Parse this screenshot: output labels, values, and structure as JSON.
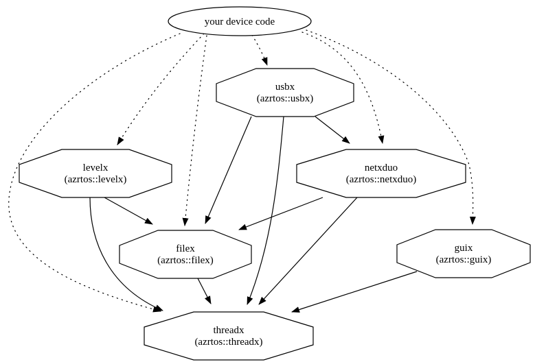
{
  "diagram": {
    "type": "dependency-graph",
    "background": "#ffffff",
    "stroke_color": "#000000",
    "root": {
      "id": "device-code",
      "label": "your device code",
      "shape": "ellipse"
    },
    "nodes": [
      {
        "id": "usbx",
        "name": "usbx",
        "subtitle": "(azrtos::usbx)",
        "shape": "octagon"
      },
      {
        "id": "levelx",
        "name": "levelx",
        "subtitle": "(azrtos::levelx)",
        "shape": "octagon"
      },
      {
        "id": "netxduo",
        "name": "netxduo",
        "subtitle": "(azrtos::netxduo)",
        "shape": "octagon"
      },
      {
        "id": "filex",
        "name": "filex",
        "subtitle": "(azrtos::filex)",
        "shape": "octagon"
      },
      {
        "id": "guix",
        "name": "guix",
        "subtitle": "(azrtos::guix)",
        "shape": "octagon"
      },
      {
        "id": "threadx",
        "name": "threadx",
        "subtitle": "(azrtos::threadx)",
        "shape": "octagon"
      }
    ],
    "edges": [
      {
        "from": "your device code",
        "to": "usbx",
        "style": "dotted"
      },
      {
        "from": "your device code",
        "to": "levelx",
        "style": "dotted"
      },
      {
        "from": "your device code",
        "to": "filex",
        "style": "dotted"
      },
      {
        "from": "your device code",
        "to": "netxduo",
        "style": "dotted"
      },
      {
        "from": "your device code",
        "to": "guix",
        "style": "dotted"
      },
      {
        "from": "your device code",
        "to": "threadx",
        "style": "dotted"
      },
      {
        "from": "usbx",
        "to": "netxduo",
        "style": "solid"
      },
      {
        "from": "usbx",
        "to": "filex",
        "style": "solid"
      },
      {
        "from": "usbx",
        "to": "threadx",
        "style": "solid"
      },
      {
        "from": "levelx",
        "to": "filex",
        "style": "solid"
      },
      {
        "from": "levelx",
        "to": "threadx",
        "style": "solid"
      },
      {
        "from": "netxduo",
        "to": "filex",
        "style": "solid"
      },
      {
        "from": "netxduo",
        "to": "threadx",
        "style": "solid"
      },
      {
        "from": "filex",
        "to": "threadx",
        "style": "solid"
      },
      {
        "from": "guix",
        "to": "threadx",
        "style": "solid"
      }
    ]
  }
}
